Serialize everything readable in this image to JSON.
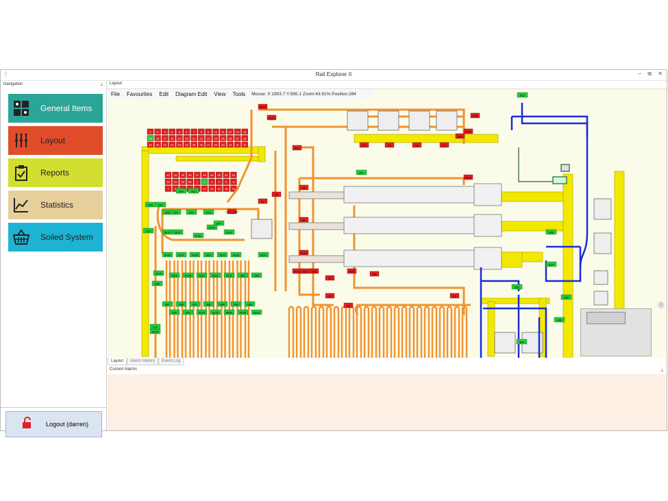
{
  "window": {
    "title": "Rail Explorer II",
    "app_icon": "layout-icon",
    "buttons": [
      "–",
      "⧉",
      "✕"
    ]
  },
  "navigation": {
    "header": "Navigation",
    "items": [
      {
        "label": "General Items",
        "icon": "grid-icon",
        "color": "#2aa597"
      },
      {
        "label": "Layout",
        "icon": "tracks-icon",
        "color": "#e14c2b"
      },
      {
        "label": "Reports",
        "icon": "clipboard-icon",
        "color": "#d2df30"
      },
      {
        "label": "Statistics",
        "icon": "chart-icon",
        "color": "#e6cf9a"
      },
      {
        "label": "Soiled System",
        "icon": "basket-icon",
        "color": "#1db4d3"
      }
    ],
    "logout_label": "Logout (darren)"
  },
  "layout_panel": {
    "header": "Layout",
    "menu": [
      "File",
      "Favourites",
      "Edit",
      "Diagram Edit",
      "View",
      "Tools"
    ],
    "status": "Mouse: X:1903.7 Y:565.1 Zoom:43.81% Position:284"
  },
  "tabs": [
    "Layout",
    "Alarm History",
    "Event Log"
  ],
  "alarms": {
    "header": "Current Alarms"
  },
  "diagram": {
    "green_tags": [
      "B24",
      "B22",
      "B06",
      "B04",
      "B05",
      "B02",
      "B01",
      "B03",
      "B07",
      "B131",
      "B127",
      "PLA1",
      "B101",
      "B103",
      "B105",
      "B107",
      "B109",
      "B111",
      "B113",
      "B128",
      "B102",
      "B104",
      "B106",
      "B108",
      "B110",
      "B112",
      "B127",
      "B81",
      "B83",
      "B85",
      "B87",
      "B89",
      "B91",
      "B82",
      "B84",
      "B86",
      "B88",
      "B90",
      "B92",
      "B126",
      "B125",
      "BRIM",
      "PLA4",
      "MLA1",
      "MLA2",
      "LU1",
      "LU2",
      "B21",
      "B22",
      "DIM",
      "B06"
    ],
    "red_tags": [
      "D6",
      "D5",
      "D8",
      "D9",
      "B06",
      "MLA1",
      "PLA1",
      "BG1",
      "CALL_GHR",
      "B1",
      "B5",
      "B6",
      "DIL",
      "PLA3",
      "PLA2",
      "B19",
      "B30",
      "B03",
      "D51"
    ],
    "grid_numbers": [
      "1",
      "2",
      "3",
      "4",
      "5",
      "6",
      "7",
      "8",
      "9",
      "10",
      "11",
      "12",
      "13",
      "14",
      "15",
      "16",
      "17",
      "18",
      "19",
      "20",
      "21",
      "22",
      "23",
      "24",
      "25",
      "26",
      "27",
      "28",
      "29",
      "30",
      "31",
      "32",
      "33",
      "34",
      "35",
      "36",
      "37",
      "38",
      "39",
      "40",
      "41",
      "42",
      "43",
      "44",
      "45",
      "46",
      "47",
      "48",
      "49",
      "50",
      "51",
      "52",
      "53",
      "54",
      "55",
      "56"
    ]
  },
  "colors": {
    "orange_track": "#f2922f",
    "yellow_beam": "#f3e800",
    "blue_track": "#1b2bdc",
    "green_tag": "#22c93b",
    "red_tag": "#e02020"
  }
}
